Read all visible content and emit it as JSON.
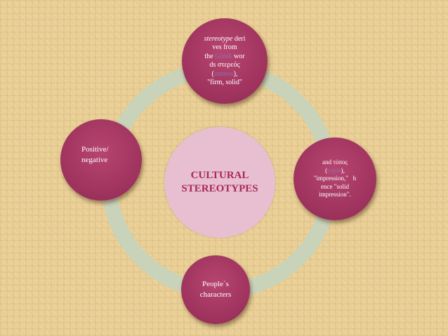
{
  "colors": {
    "background": "#e9cf95",
    "ring": "#c9d3b9",
    "node_fill": "#a13560",
    "center_fill": "#e8bfd0",
    "center_text": "#a8285a",
    "link_text": "#8e6fb8"
  },
  "center": {
    "line1": "CULTURAL",
    "line2": "STEREOTYPES"
  },
  "top_node": {
    "line1_em": "stereotype",
    "line1_rest": " deri",
    "line2": "ves from",
    "line3_pre": "the ",
    "line3_link": "Greek",
    "line3_post": " wor",
    "line4": "ds στερεός",
    "line5_pre": "(",
    "line5_link": "stereos",
    "line5_post": "),",
    "line6": "\"firm, solid\""
  },
  "right_node": {
    "line1": "and τύπος",
    "line2_pre": "(",
    "line2_link": "typos",
    "line2_post": "),",
    "line3": "\"impression,\"   h",
    "line4": "ence \"solid",
    "line5": "impression\"."
  },
  "bottom_node": {
    "line1": "People´s",
    "line2": "characters"
  },
  "left_node": {
    "line1": "Positive/",
    "line2": "negative"
  }
}
